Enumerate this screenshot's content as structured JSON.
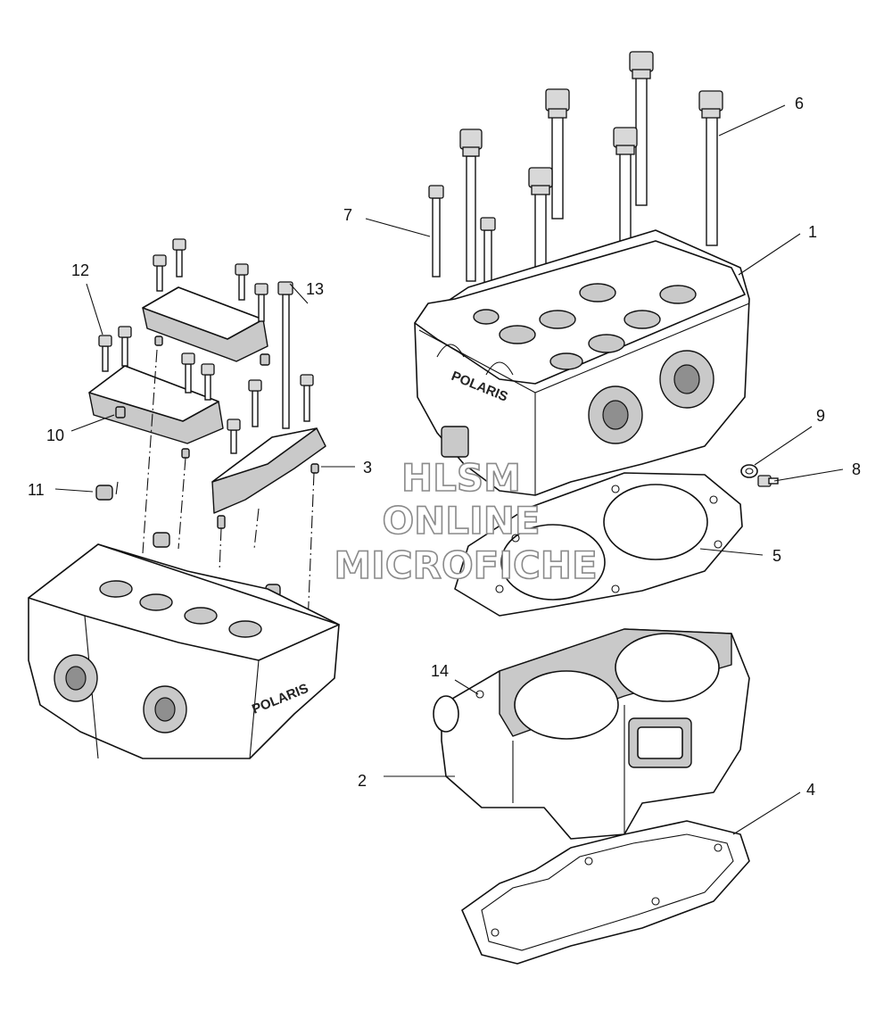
{
  "callouts": [
    {
      "id": "1",
      "label": "1"
    },
    {
      "id": "2",
      "label": "2"
    },
    {
      "id": "3",
      "label": "3"
    },
    {
      "id": "4",
      "label": "4"
    },
    {
      "id": "5",
      "label": "5"
    },
    {
      "id": "6",
      "label": "6"
    },
    {
      "id": "7",
      "label": "7"
    },
    {
      "id": "8",
      "label": "8"
    },
    {
      "id": "9",
      "label": "9"
    },
    {
      "id": "10",
      "label": "10"
    },
    {
      "id": "11",
      "label": "11"
    },
    {
      "id": "12",
      "label": "12"
    },
    {
      "id": "13",
      "label": "13"
    },
    {
      "id": "14",
      "label": "14"
    }
  ],
  "watermark": {
    "line1": "HLSM",
    "line2": "ONLINE",
    "line3": "MICROFICHE"
  },
  "brand_marks": {
    "head_logo": "POLARIS",
    "assembled_logo": "POLARIS"
  }
}
